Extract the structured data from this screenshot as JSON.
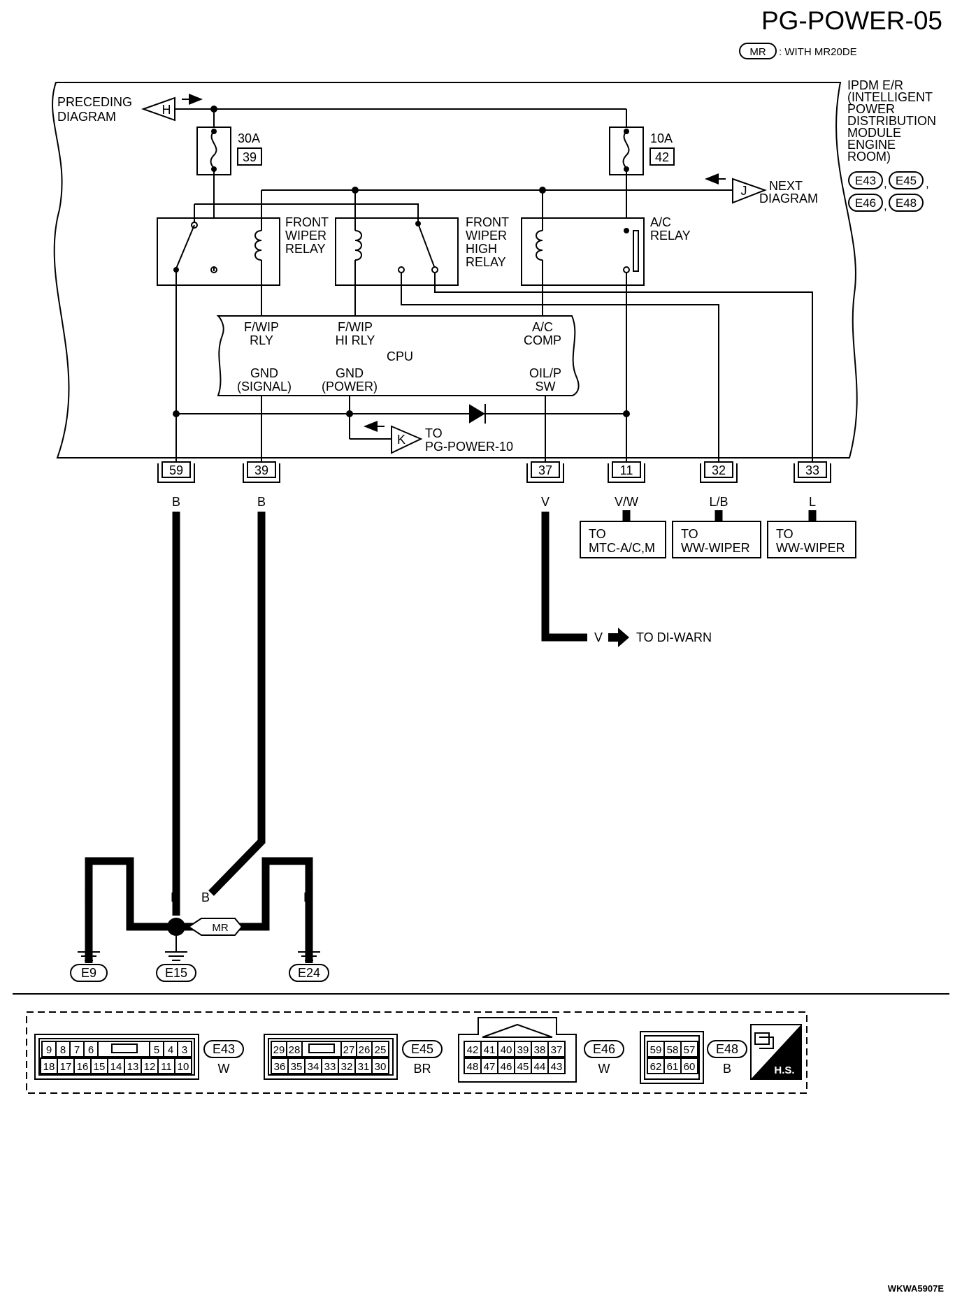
{
  "header": {
    "title": "PG-POWER-05",
    "legend_symbol": "MR",
    "legend_text": ": WITH MR20DE"
  },
  "module": {
    "name_lines": [
      "IPDM E/R",
      "(INTELLIGENT",
      "POWER",
      "DISTRIBUTION",
      "MODULE",
      "ENGINE",
      "ROOM)"
    ],
    "connectors": [
      "E43",
      "E45",
      "E46",
      "E48"
    ]
  },
  "links": {
    "preceding": {
      "symbol": "H",
      "lines": [
        "PRECEDING",
        "DIAGRAM"
      ]
    },
    "next": {
      "symbol": "J",
      "lines": [
        "NEXT",
        "DIAGRAM"
      ]
    },
    "to_power10": {
      "symbol": "K",
      "lines": [
        "TO",
        "PG-POWER-10"
      ]
    }
  },
  "fuses": [
    {
      "rating": "30A",
      "number": "39"
    },
    {
      "rating": "10A",
      "number": "42"
    }
  ],
  "relays": [
    {
      "lines": [
        "FRONT",
        "WIPER",
        "RELAY"
      ]
    },
    {
      "lines": [
        "FRONT",
        "WIPER",
        "HIGH",
        "RELAY"
      ]
    },
    {
      "lines": [
        "A/C",
        "RELAY"
      ]
    }
  ],
  "cpu": {
    "label": "CPU",
    "top_labels": [
      [
        "F/WIP",
        "RLY"
      ],
      [
        "F/WIP",
        "HI RLY"
      ],
      [
        "A/C",
        "COMP"
      ]
    ],
    "bottom_labels": [
      [
        "GND",
        "(SIGNAL)"
      ],
      [
        "GND",
        "(POWER)"
      ],
      [
        "OIL/P",
        "SW"
      ]
    ]
  },
  "terminals": [
    {
      "pin": "59",
      "wire": "B"
    },
    {
      "pin": "39",
      "wire": "B"
    },
    {
      "pin": "37",
      "wire": "V"
    },
    {
      "pin": "11",
      "wire": "V/W"
    },
    {
      "pin": "32",
      "wire": "L/B"
    },
    {
      "pin": "33",
      "wire": "L"
    }
  ],
  "destinations": [
    {
      "lines": [
        "TO",
        "MTC-A/C,M"
      ]
    },
    {
      "lines": [
        "TO",
        "WW-WIPER"
      ]
    },
    {
      "lines": [
        "TO",
        "WW-WIPER"
      ]
    }
  ],
  "di_warn": {
    "wire": "V",
    "text": "TO DI-WARN"
  },
  "grounds": {
    "wire_labels": [
      "B",
      "B",
      "B",
      "B",
      "B",
      "B"
    ],
    "names": [
      "E9",
      "E15",
      "E24"
    ],
    "option_symbol": "MR"
  },
  "connector_views": [
    {
      "id": "E43",
      "color": "W",
      "row1": [
        "9",
        "8",
        "7",
        "6",
        "5",
        "4",
        "3"
      ],
      "row2": [
        "18",
        "17",
        "16",
        "15",
        "14",
        "13",
        "12",
        "11",
        "10"
      ]
    },
    {
      "id": "E45",
      "color": "BR",
      "row1": [
        "29",
        "28",
        "27",
        "26",
        "25"
      ],
      "row2": [
        "36",
        "35",
        "34",
        "33",
        "32",
        "31",
        "30"
      ]
    },
    {
      "id": "E46",
      "color": "W",
      "row1": [
        "42",
        "41",
        "40",
        "39",
        "38",
        "37"
      ],
      "row2": [
        "48",
        "47",
        "46",
        "45",
        "44",
        "43"
      ]
    },
    {
      "id": "E48",
      "color": "B",
      "row1": [
        "59",
        "58",
        "57"
      ],
      "row2": [
        "62",
        "61",
        "60"
      ]
    }
  ],
  "hs_label": "H.S.",
  "footer_code": "WKWA5907E"
}
